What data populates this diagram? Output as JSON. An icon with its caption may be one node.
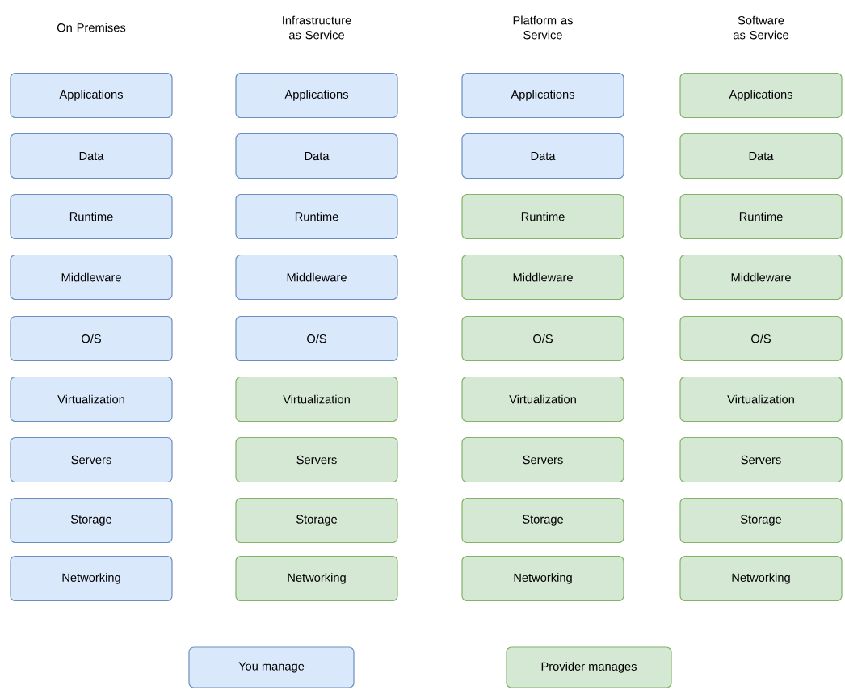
{
  "diagram": {
    "nodes": [
      {
        "text": [
          "Applications"
        ]
      },
      {
        "text": [
          "Applications"
        ]
      },
      {
        "text": [
          "Applications"
        ]
      },
      {
        "text": [
          "Applications"
        ]
      },
      {
        "text": [
          "Data"
        ]
      },
      {
        "text": [
          "Data"
        ]
      },
      {
        "text": [
          "Data"
        ]
      },
      {
        "text": [
          "Data"
        ]
      },
      {
        "text": [
          "Runtime"
        ]
      },
      {
        "text": [
          "Runtime"
        ]
      },
      {
        "text": [
          "Runtime"
        ]
      },
      {
        "text": [
          "Runtime"
        ]
      },
      {
        "text": [
          "Middleware"
        ]
      },
      {
        "text": [
          "Middleware"
        ]
      },
      {
        "text": [
          "Middleware"
        ]
      },
      {
        "text": [
          "Middleware"
        ]
      },
      {
        "text": [
          "O/S"
        ]
      },
      {
        "text": [
          "O/S"
        ]
      },
      {
        "text": [
          "O/S"
        ]
      },
      {
        "text": [
          "O/S"
        ]
      },
      {
        "text": [
          "Virtualization"
        ]
      },
      {
        "text": [
          "Virtualization"
        ]
      },
      {
        "text": [
          "Virtualization"
        ]
      },
      {
        "text": [
          "Virtualization"
        ]
      },
      {
        "text": [
          "Servers"
        ]
      },
      {
        "text": [
          "Servers"
        ]
      },
      {
        "text": [
          "Servers"
        ]
      },
      {
        "text": [
          "Servers"
        ]
      },
      {
        "text": [
          "Storage"
        ]
      },
      {
        "text": [
          "Storage"
        ]
      },
      {
        "text": [
          "Storage"
        ]
      },
      {
        "text": [
          "Storage"
        ]
      },
      {
        "text": [
          "Networking"
        ]
      },
      {
        "text": [
          "Networking"
        ]
      },
      {
        "text": [
          "Networking"
        ]
      },
      {
        "text": [
          "Networking"
        ]
      }
    ],
    "labels": [
      "On Premises",
      "Infrastructure as Service",
      "Platform as Service",
      "Software as Service"
    ],
    "legend": [
      {
        "text": "You manage",
        "color": "#dae8fc"
      },
      {
        "text": "Provider manages",
        "color": "#d5e8d4"
      }
    ]
  }
}
